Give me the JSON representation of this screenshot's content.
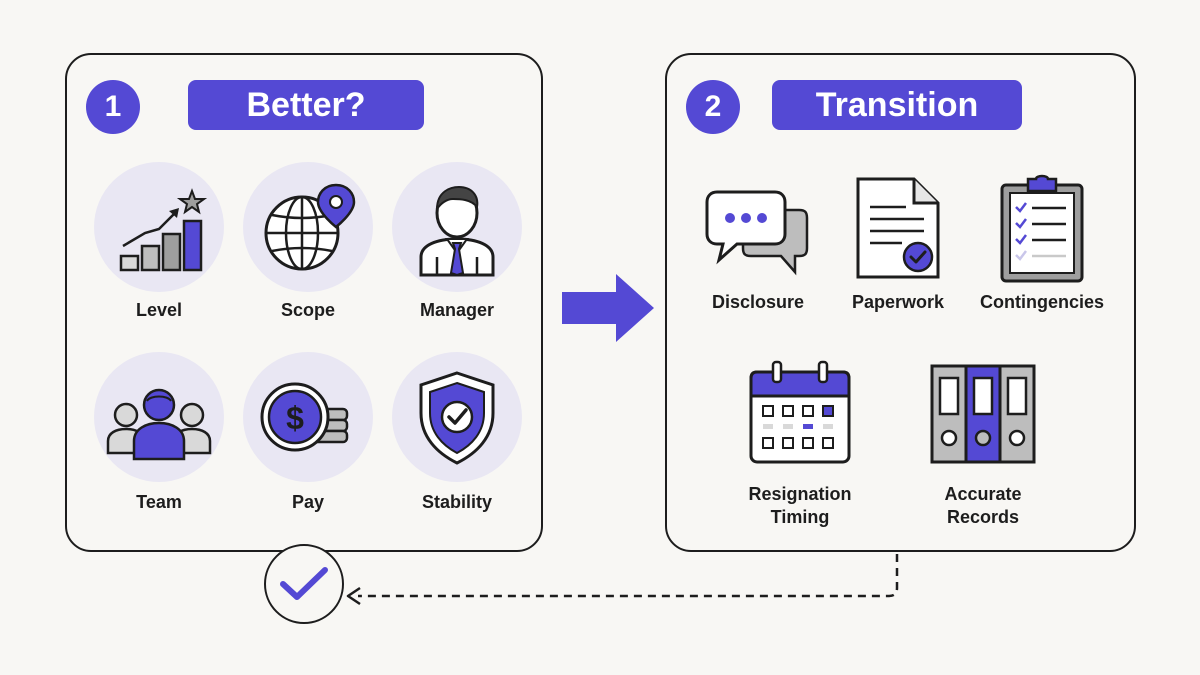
{
  "step1": {
    "number": "1",
    "title": "Better?",
    "items": [
      {
        "label": "Level",
        "icon": "bar-growth-star-icon"
      },
      {
        "label": "Scope",
        "icon": "globe-pin-icon"
      },
      {
        "label": "Manager",
        "icon": "manager-person-icon"
      },
      {
        "label": "Team",
        "icon": "team-people-icon"
      },
      {
        "label": "Pay",
        "icon": "dollar-coins-icon"
      },
      {
        "label": "Stability",
        "icon": "shield-check-icon"
      }
    ]
  },
  "step2": {
    "number": "2",
    "title": "Transition",
    "items": [
      {
        "label": "Disclosure",
        "icon": "chat-bubbles-icon"
      },
      {
        "label": "Paperwork",
        "icon": "document-check-icon"
      },
      {
        "label": "Contingencies",
        "icon": "clipboard-checklist-icon"
      },
      {
        "label": "Resignation\nTiming",
        "icon": "calendar-icon"
      },
      {
        "label": "Accurate\nRecords",
        "icon": "binders-icon"
      }
    ]
  },
  "colors": {
    "accent": "#5449d4",
    "accent_light": "#e9e7f3",
    "ink": "#1d1d1d",
    "background": "#f8f7f4"
  }
}
